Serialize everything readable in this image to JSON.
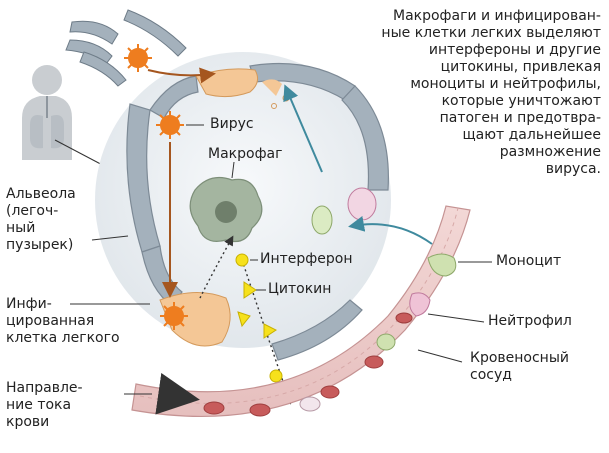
{
  "description_lines": [
    "Макрофаги и инфицирован-",
    "ные клетки легких выделяют",
    "интерфероны и другие",
    "цитокины, привлекая",
    "моноциты и нейтрофилы,",
    "которые уничтожают",
    "патоген и предотвра-",
    "щают дальнейшее",
    "размножение",
    "вируса."
  ],
  "labels": {
    "virus": "Вирус",
    "macrophage": "Макрофаг",
    "interferon": "Интерферон",
    "cytokine": "Цитокин",
    "monocyte": "Моноцит",
    "neutrophil": "Нейтрофил"
  },
  "alveola_lines": [
    "Альвеола",
    "(легоч-",
    "ный",
    "пузырек)"
  ],
  "infected_lines": [
    "Инфи-",
    "цированная",
    "клетка легкого"
  ],
  "vessel_lines": [
    "Кровеносный",
    "сосуд"
  ],
  "flow_lines": [
    "Направле-",
    "ние тока",
    "крови"
  ],
  "colors": {
    "alveolus_fill": "#e9edf1",
    "wall": "#96a4b0",
    "vessel": "#e3b9b8",
    "infected": "#f4c796",
    "virus": "#ee7d1f",
    "macrophage": "#a4b5a0",
    "yellow": "#f6e11c",
    "arrow_brown": "#a5561f",
    "arrow_teal": "#3f8a9e"
  }
}
